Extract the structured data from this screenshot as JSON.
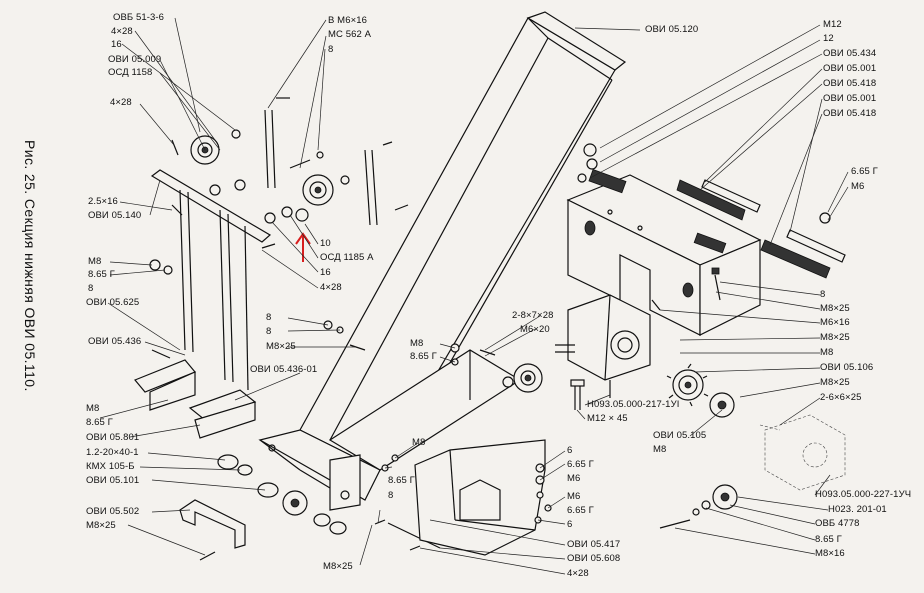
{
  "figure": {
    "caption": "Рис. 25. Секция нижняя ОВИ 05.110.",
    "labels": [
      {
        "id": "l1",
        "text": "ОВБ 51-3-6"
      },
      {
        "id": "l2",
        "text": "4×28"
      },
      {
        "id": "l3",
        "text": "16"
      },
      {
        "id": "l4",
        "text": "ОВИ 05.009"
      },
      {
        "id": "l5",
        "text": "ОСД 1158"
      },
      {
        "id": "l6",
        "text": "4×28"
      },
      {
        "id": "l7",
        "text": "В М6×16"
      },
      {
        "id": "l8",
        "text": "МС 562 А"
      },
      {
        "id": "l9",
        "text": "8"
      },
      {
        "id": "l10",
        "text": "ОВИ 05.120"
      },
      {
        "id": "l11",
        "text": "М12"
      },
      {
        "id": "l12",
        "text": "12"
      },
      {
        "id": "l13",
        "text": "ОВИ 05.434"
      },
      {
        "id": "l14",
        "text": "ОВИ 05.001"
      },
      {
        "id": "l15",
        "text": "ОВИ 05.418"
      },
      {
        "id": "l16",
        "text": "ОВИ 05.001"
      },
      {
        "id": "l17",
        "text": "ОВИ 05.418"
      },
      {
        "id": "l18",
        "text": "6.65 Г"
      },
      {
        "id": "l19",
        "text": "М6"
      },
      {
        "id": "l20",
        "text": "2.5×16"
      },
      {
        "id": "l21",
        "text": "ОВИ 05.140"
      },
      {
        "id": "l22",
        "text": "10"
      },
      {
        "id": "l23",
        "text": "ОСД 1185 А"
      },
      {
        "id": "l24",
        "text": "16"
      },
      {
        "id": "l25",
        "text": "4×28"
      },
      {
        "id": "l26",
        "text": "М8"
      },
      {
        "id": "l27",
        "text": "8.65 Г"
      },
      {
        "id": "l28",
        "text": "8"
      },
      {
        "id": "l29",
        "text": "ОВИ 05.625"
      },
      {
        "id": "l30",
        "text": "8"
      },
      {
        "id": "l31",
        "text": "8"
      },
      {
        "id": "l32",
        "text": "М8×25"
      },
      {
        "id": "l33",
        "text": "ОВИ 05.436"
      },
      {
        "id": "l34",
        "text": "ОВИ 05.436-01"
      },
      {
        "id": "l35",
        "text": "2-8×7×28"
      },
      {
        "id": "l36",
        "text": "М6×20"
      },
      {
        "id": "l37",
        "text": "М8"
      },
      {
        "id": "l38",
        "text": "8.65 Г"
      },
      {
        "id": "l39",
        "text": "8"
      },
      {
        "id": "l40",
        "text": "М8×25"
      },
      {
        "id": "l41",
        "text": "М6×16"
      },
      {
        "id": "l42",
        "text": "М8×25"
      },
      {
        "id": "l43",
        "text": "М8"
      },
      {
        "id": "l44",
        "text": "ОВИ 05.106"
      },
      {
        "id": "l45",
        "text": "М8×25"
      },
      {
        "id": "l46",
        "text": "2-6×6×25"
      },
      {
        "id": "l47",
        "text": "Н093.05.000-217-1УI"
      },
      {
        "id": "l48",
        "text": "М12 × 45"
      },
      {
        "id": "l49",
        "text": "ОВИ 05.105"
      },
      {
        "id": "l50",
        "text": "М8"
      },
      {
        "id": "l51",
        "text": "М8"
      },
      {
        "id": "l52",
        "text": "8.65 Г"
      },
      {
        "id": "l53",
        "text": "ОВИ 05.801"
      },
      {
        "id": "l54",
        "text": "1.2-20×40-1"
      },
      {
        "id": "l55",
        "text": "КМХ 105-Б"
      },
      {
        "id": "l56",
        "text": "ОВИ 05.101"
      },
      {
        "id": "l57",
        "text": "ОВИ 05.502"
      },
      {
        "id": "l58",
        "text": "М8×25"
      },
      {
        "id": "l59",
        "text": "М8"
      },
      {
        "id": "l60",
        "text": "8.65 Г"
      },
      {
        "id": "l61",
        "text": "8"
      },
      {
        "id": "l62",
        "text": "6"
      },
      {
        "id": "l63",
        "text": "6.65 Г"
      },
      {
        "id": "l64",
        "text": "М6"
      },
      {
        "id": "l65",
        "text": "М6"
      },
      {
        "id": "l66",
        "text": "6.65 Г"
      },
      {
        "id": "l67",
        "text": "6"
      },
      {
        "id": "l68",
        "text": "ОВИ 05.417"
      },
      {
        "id": "l69",
        "text": "ОВИ 05.608"
      },
      {
        "id": "l70",
        "text": "4×28"
      },
      {
        "id": "l71",
        "text": "М8×25"
      },
      {
        "id": "l72",
        "text": "Н093.05.000-227-1УЧ"
      },
      {
        "id": "l73",
        "text": "Н023. 201-01"
      },
      {
        "id": "l74",
        "text": "ОВБ 4778"
      },
      {
        "id": "l75",
        "text": "8.65 Г"
      },
      {
        "id": "l76",
        "text": "М8×16"
      }
    ],
    "colors": {
      "ink": "#111111",
      "paper": "#f4f2ee",
      "marker": "#d81e1e"
    },
    "marker_icon": "red-arrow-up-icon"
  }
}
